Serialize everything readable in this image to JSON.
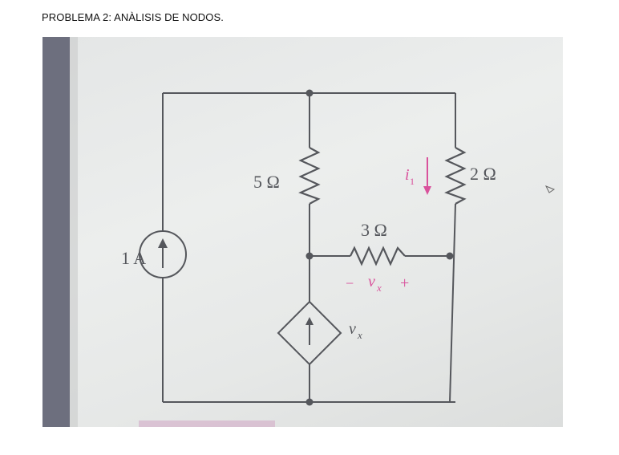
{
  "heading": "PROBLEMA 2: ANÀLISIS DE NODOS.",
  "colors": {
    "wire": "#55575c",
    "annotation": "#d9529c",
    "background": "#e8eaea",
    "left_strip": "#6d6f7e"
  },
  "circuit": {
    "current_source_label": "1 A",
    "resistor_left_label": "5 Ω",
    "resistor_right_label": "2 Ω",
    "resistor_middle_label": "3 Ω",
    "current_label": "i",
    "current_subscript": "1",
    "voltage_minus": "−",
    "voltage_var": "v",
    "voltage_subscript": "x",
    "voltage_plus": "+",
    "dependent_source_var": "v",
    "dependent_source_subscript": "x"
  }
}
